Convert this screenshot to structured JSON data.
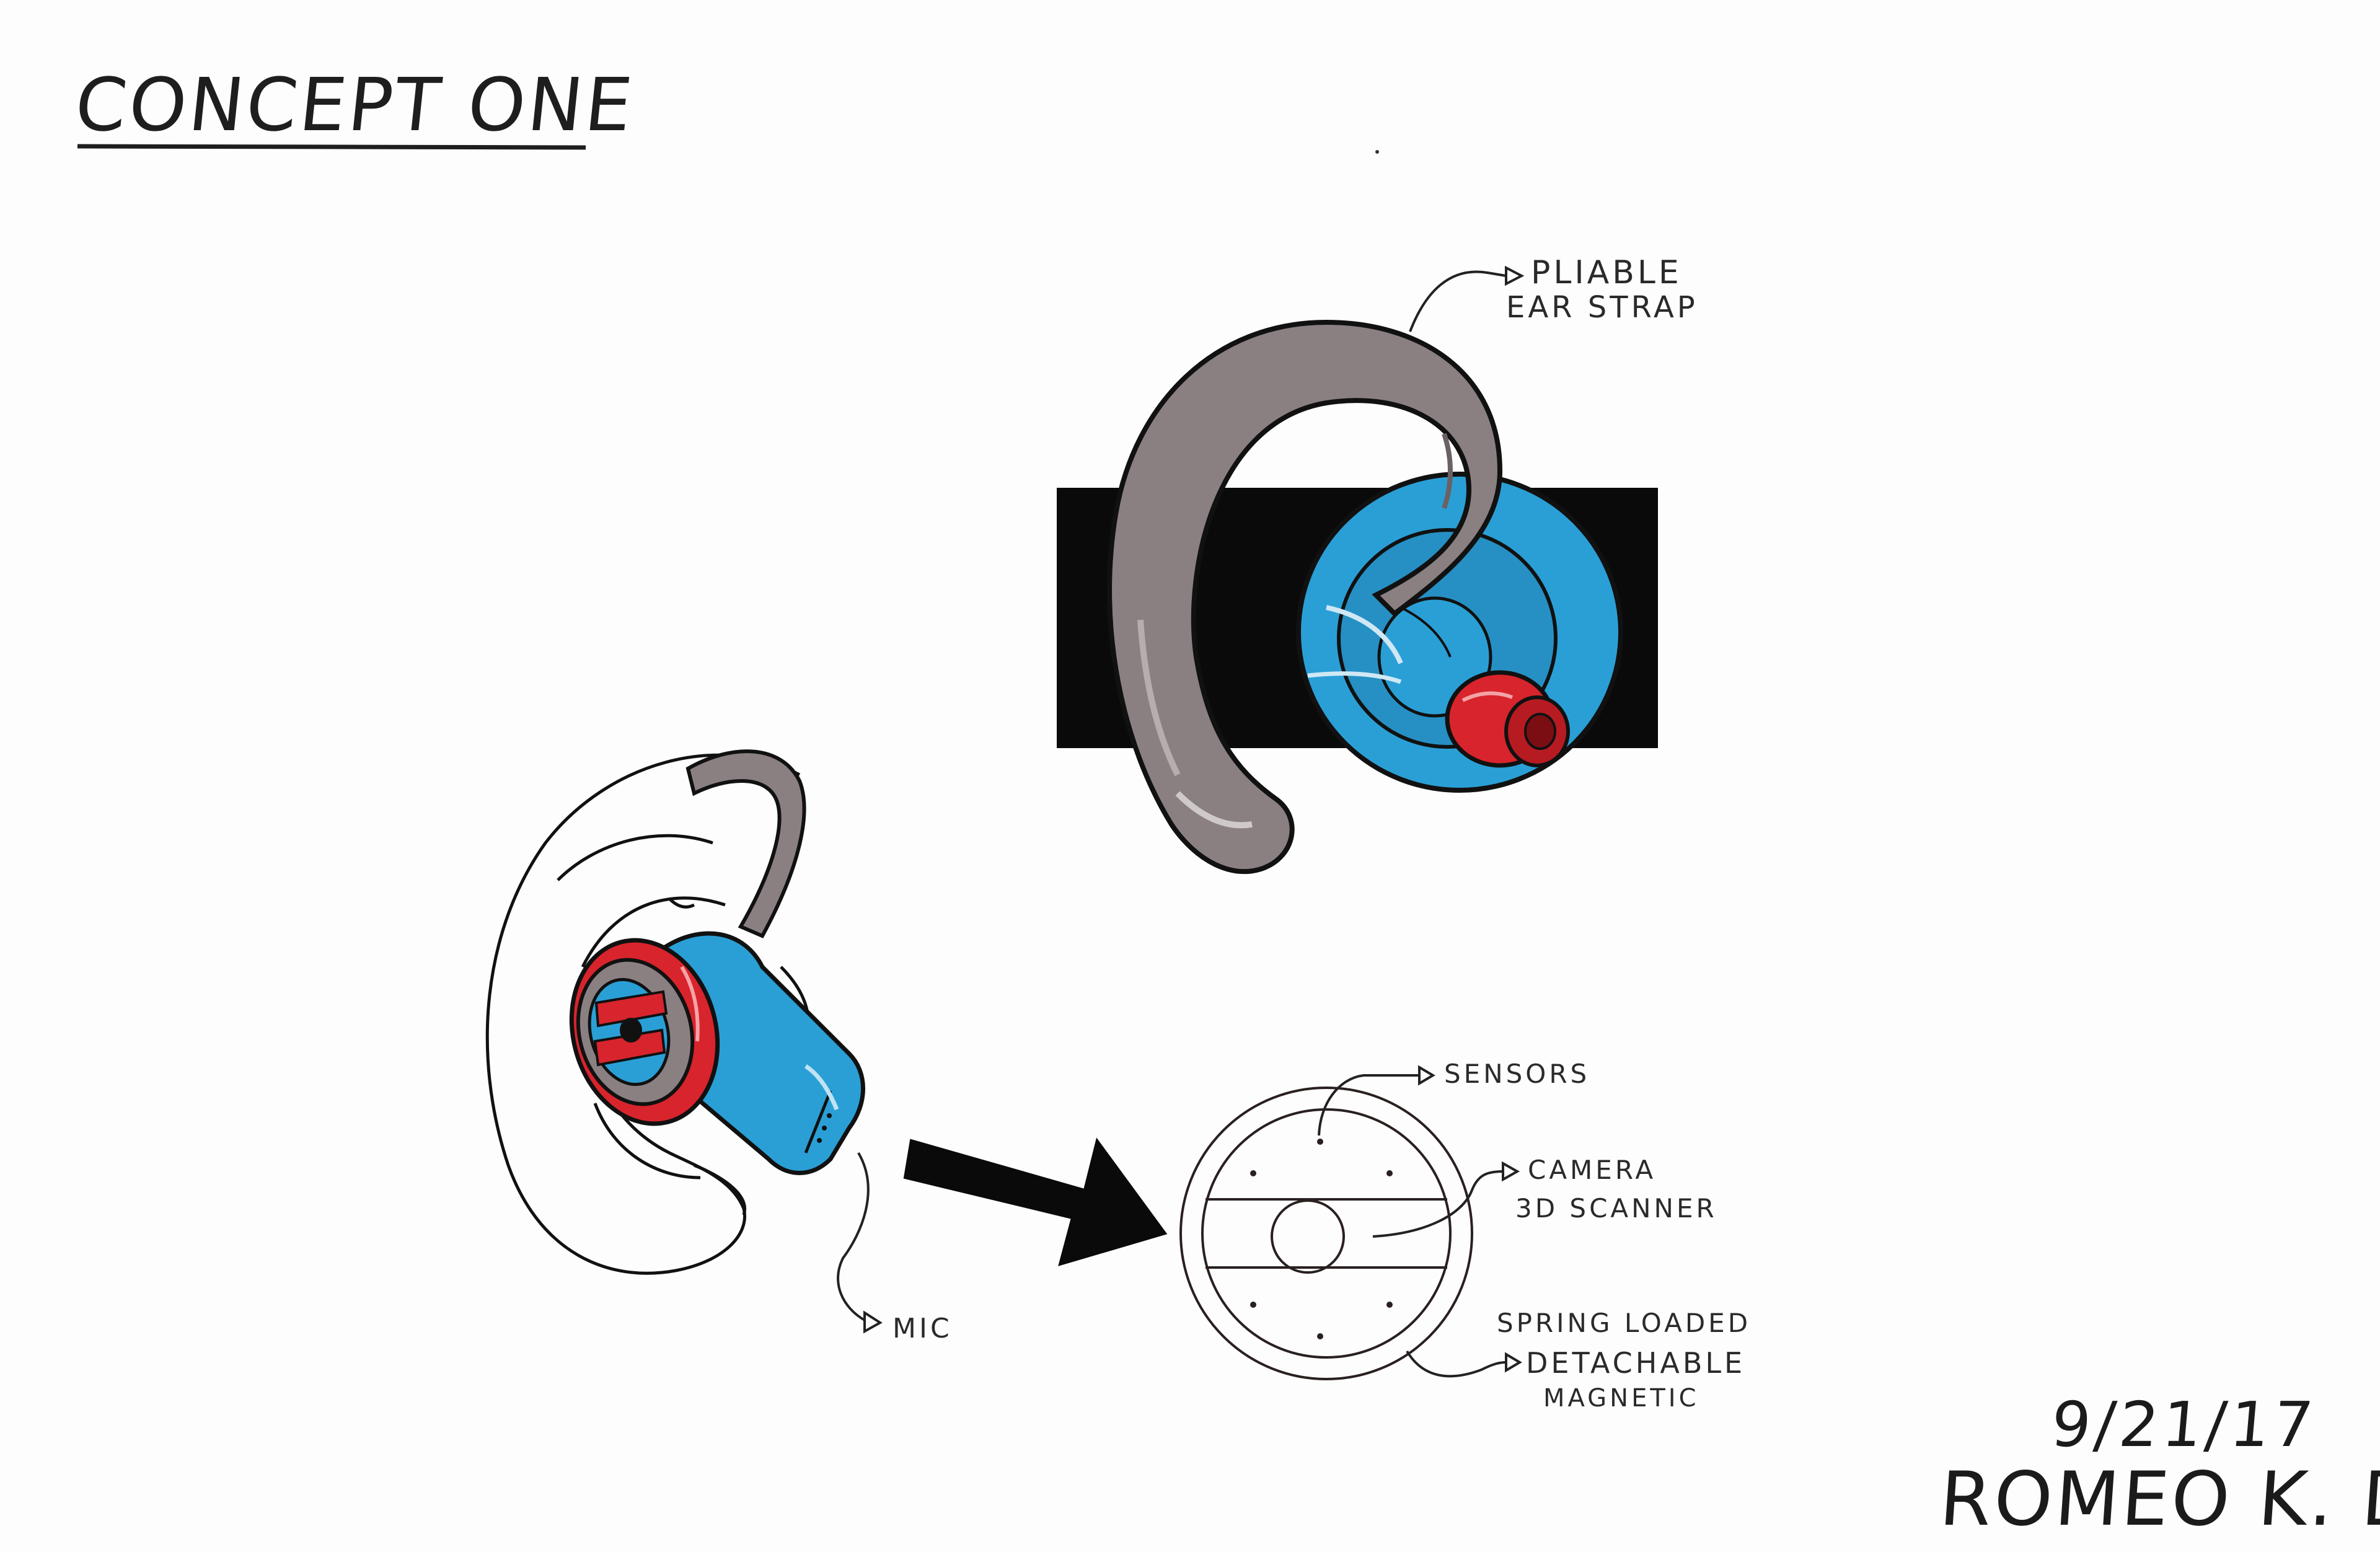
{
  "title": "CONCEPT ONE",
  "labels": {
    "pliable_line1": "PLIABLE",
    "pliable_line2": "EAR STRAP",
    "sensors": "SENSORS",
    "camera_line1": "CAMERA",
    "camera_line2": "3D SCANNER",
    "spring_line1": "SPRING LOADED",
    "spring_line2": "DETACHABLE",
    "spring_line3": "MAGNETIC",
    "mic": "MIC"
  },
  "date": "9/21/17",
  "author": "ROMEO K. DILLA",
  "colors": {
    "strap_gray": "#8a8082",
    "body_blue": "#2a9fd6",
    "accent_red": "#d8242c",
    "black_panel": "#0a0a0a",
    "ink": "#1a1a1a"
  }
}
